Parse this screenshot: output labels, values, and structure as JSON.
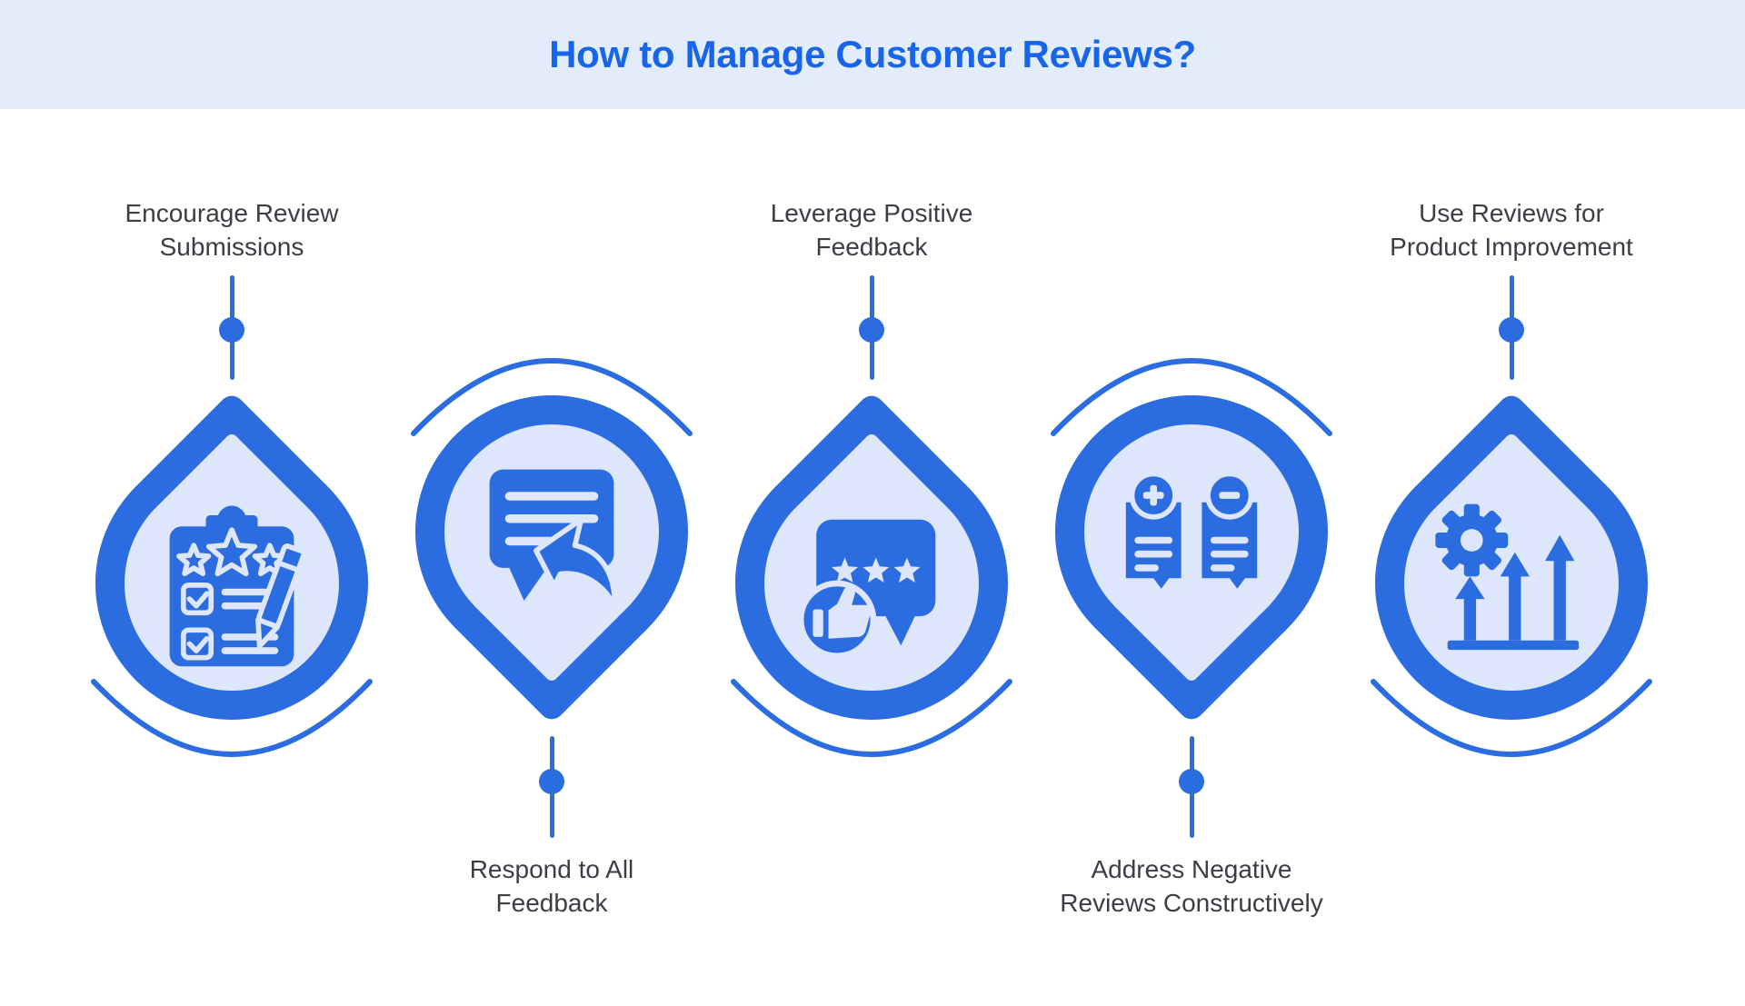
{
  "title": "How to Manage Customer Reviews?",
  "colors": {
    "primary_blue": "#2b6ce0",
    "light_blue_fill": "#dde6fa",
    "header_band": "#e3ecfb",
    "title_blue": "#1765e8",
    "label_text": "#3b3e44"
  },
  "steps": [
    {
      "label_line1": "Encourage Review",
      "label_line2": "Submissions",
      "label_position": "top",
      "icon": "clipboard-review-icon"
    },
    {
      "label_line1": "Respond to All",
      "label_line2": "Feedback",
      "label_position": "bottom",
      "icon": "chat-reply-icon"
    },
    {
      "label_line1": "Leverage Positive",
      "label_line2": "Feedback",
      "label_position": "top",
      "icon": "review-thumbs-up-icon"
    },
    {
      "label_line1": "Address Negative",
      "label_line2": "Reviews Constructively",
      "label_position": "bottom",
      "icon": "positive-negative-docs-icon"
    },
    {
      "label_line1": "Use Reviews for",
      "label_line2": "Product Improvement",
      "label_position": "top",
      "icon": "gear-growth-icon"
    }
  ]
}
